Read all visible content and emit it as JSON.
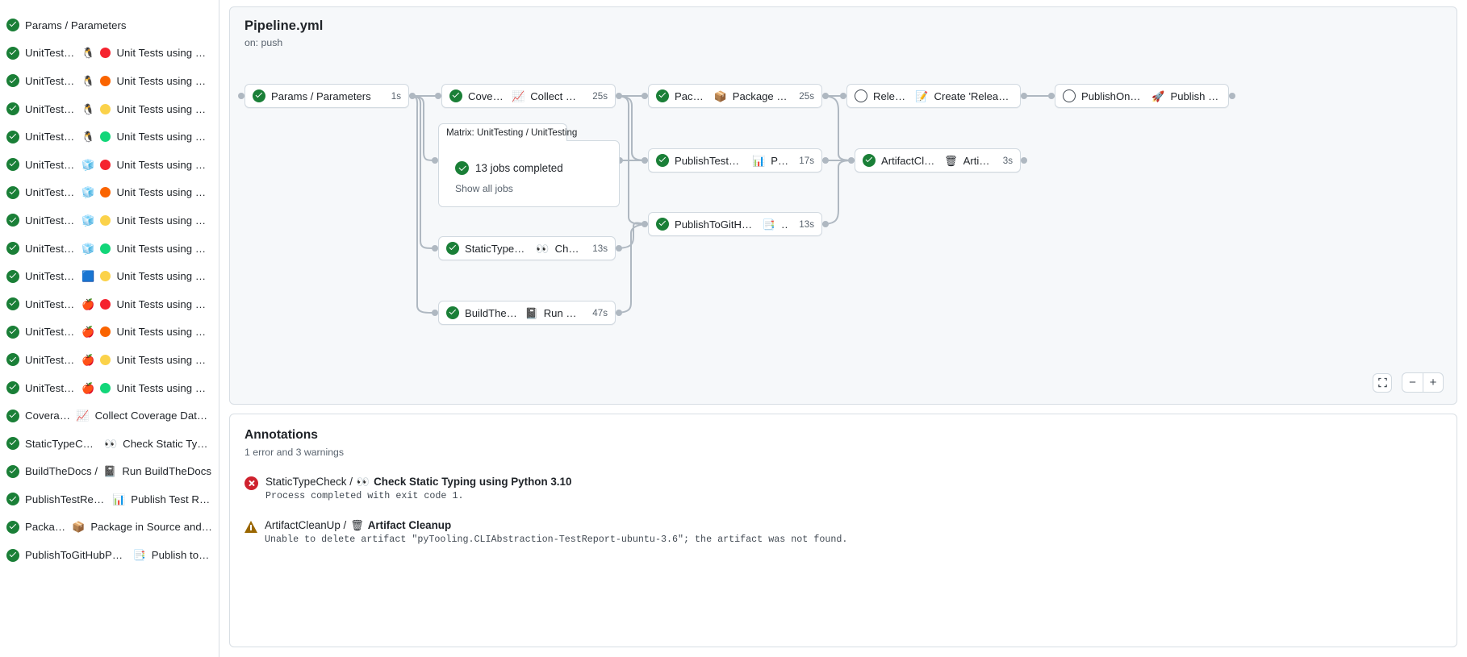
{
  "sidebar": {
    "jobs": [
      {
        "label": "Params / Parameters",
        "emoji": "",
        "os": "",
        "dot": ""
      },
      {
        "label": "UnitTesting / ",
        "os": "🐧",
        "dot": "#f5232f",
        "tail": "Unit Tests using Pyth…"
      },
      {
        "label": "UnitTesting / ",
        "os": "🐧",
        "dot": "#fa6400",
        "tail": "Unit Tests using Pyth…"
      },
      {
        "label": "UnitTesting / ",
        "os": "🐧",
        "dot": "#fbd24a",
        "tail": "Unit Tests using Pyth…"
      },
      {
        "label": "UnitTesting / ",
        "os": "🐧",
        "dot": "#12d679",
        "tail": "Unit Tests using Pyth…"
      },
      {
        "label": "UnitTesting / ",
        "os": "🧊",
        "dot": "#f5232f",
        "tail": "Unit Tests using Pyth…"
      },
      {
        "label": "UnitTesting / ",
        "os": "🧊",
        "dot": "#fa6400",
        "tail": "Unit Tests using Pyth…"
      },
      {
        "label": "UnitTesting / ",
        "os": "🧊",
        "dot": "#fbd24a",
        "tail": "Unit Tests using Pyth…"
      },
      {
        "label": "UnitTesting / ",
        "os": "🧊",
        "dot": "#12d679",
        "tail": "Unit Tests using Pyth…"
      },
      {
        "label": "UnitTesting / ",
        "os": "🟦",
        "dot": "#fbd24a",
        "tail": "Unit Tests using Pyth…"
      },
      {
        "label": "UnitTesting / ",
        "os": "🍎",
        "dot": "#f5232f",
        "tail": "Unit Tests using Pyth…"
      },
      {
        "label": "UnitTesting / ",
        "os": "🍎",
        "dot": "#fa6400",
        "tail": "Unit Tests using Pyth…"
      },
      {
        "label": "UnitTesting / ",
        "os": "🍎",
        "dot": "#fbd24a",
        "tail": "Unit Tests using Pyth…"
      },
      {
        "label": "UnitTesting / ",
        "os": "🍎",
        "dot": "#12d679",
        "tail": "Unit Tests using Pyth…"
      },
      {
        "label": "Coverage / ",
        "os": "📈",
        "dot": "",
        "tail": "Collect Coverage Data usi…"
      },
      {
        "label": "StaticTypeCheck / ",
        "os": "👀",
        "dot": "",
        "tail": "Check Static Typing…"
      },
      {
        "label": "BuildTheDocs / ",
        "os": "📓",
        "dot": "",
        "tail": "Run BuildTheDocs"
      },
      {
        "label": "PublishTestResults / ",
        "os": "📊",
        "dot": "",
        "tail": "Publish Test Resu…"
      },
      {
        "label": "Package / ",
        "os": "📦",
        "dot": "",
        "tail": "Package in Source and Wh…"
      },
      {
        "label": "PublishToGitHubPages / ",
        "os": "📑",
        "dot": "",
        "tail": "Publish to G…"
      }
    ]
  },
  "workflow": {
    "title": "Pipeline.yml",
    "trigger": "on: push"
  },
  "graph": {
    "nodes": [
      {
        "id": "params",
        "label": "Params / Parameters",
        "emoji": "",
        "duration": "1s",
        "status": "success"
      },
      {
        "id": "coverage",
        "label": "Coverage / ",
        "emoji": "📈",
        "tail": "Collect Cove…",
        "duration": "25s",
        "status": "success"
      },
      {
        "id": "package",
        "label": "Package / ",
        "emoji": "📦",
        "tail": "Package in So…",
        "duration": "25s",
        "status": "success"
      },
      {
        "id": "release",
        "label": "Release / ",
        "emoji": "📝",
        "tail": "Create 'Release P…",
        "duration": "",
        "status": "queued"
      },
      {
        "id": "pypi",
        "label": "PublishOnPyPI / ",
        "emoji": "🚀",
        "tail": "Publish to …",
        "duration": "",
        "status": "queued"
      },
      {
        "id": "testres",
        "label": "PublishTestResults / ",
        "emoji": "📊",
        "tail": "Pu…",
        "duration": "17s",
        "status": "success"
      },
      {
        "id": "artifact",
        "label": "ArtifactCleanUp / ",
        "emoji": "🗑",
        "tail": "Artifac…",
        "duration": "3s",
        "status": "success"
      },
      {
        "id": "ghpages",
        "label": "PublishToGitHubPages / ",
        "emoji": "📑",
        "tail": "… ",
        "duration": "13s",
        "status": "success"
      },
      {
        "id": "typecheck",
        "label": "StaticTypeCheck / ",
        "emoji": "👀",
        "tail": "Chec…",
        "duration": "13s",
        "status": "success"
      },
      {
        "id": "docs",
        "label": "BuildTheDocs / ",
        "emoji": "📓",
        "tail": "Run Buil…",
        "duration": "47s",
        "status": "success"
      }
    ],
    "matrix": {
      "tab_label": "Matrix: UnitTesting / UnitTesting",
      "jobs_label": "13 jobs completed",
      "show_all_label": "Show all jobs"
    },
    "controls": {
      "fit_label": "fit-to-screen-icon",
      "zoom_out_label": "−",
      "zoom_in_label": "+"
    }
  },
  "annotations": {
    "title": "Annotations",
    "summary": "1 error and 3 warnings",
    "items": [
      {
        "severity": "error",
        "job": "StaticTypeCheck / ",
        "emoji": "👀",
        "step": "Check Static Typing using Python 3.10",
        "message": "Process completed with exit code 1."
      },
      {
        "severity": "warning",
        "job": "ArtifactCleanUp / ",
        "emoji": "🗑",
        "step": "Artifact Cleanup",
        "message": "Unable to delete artifact \"pyTooling.CLIAbstraction-TestReport-ubuntu-3.6\"; the artifact was not found."
      }
    ]
  }
}
